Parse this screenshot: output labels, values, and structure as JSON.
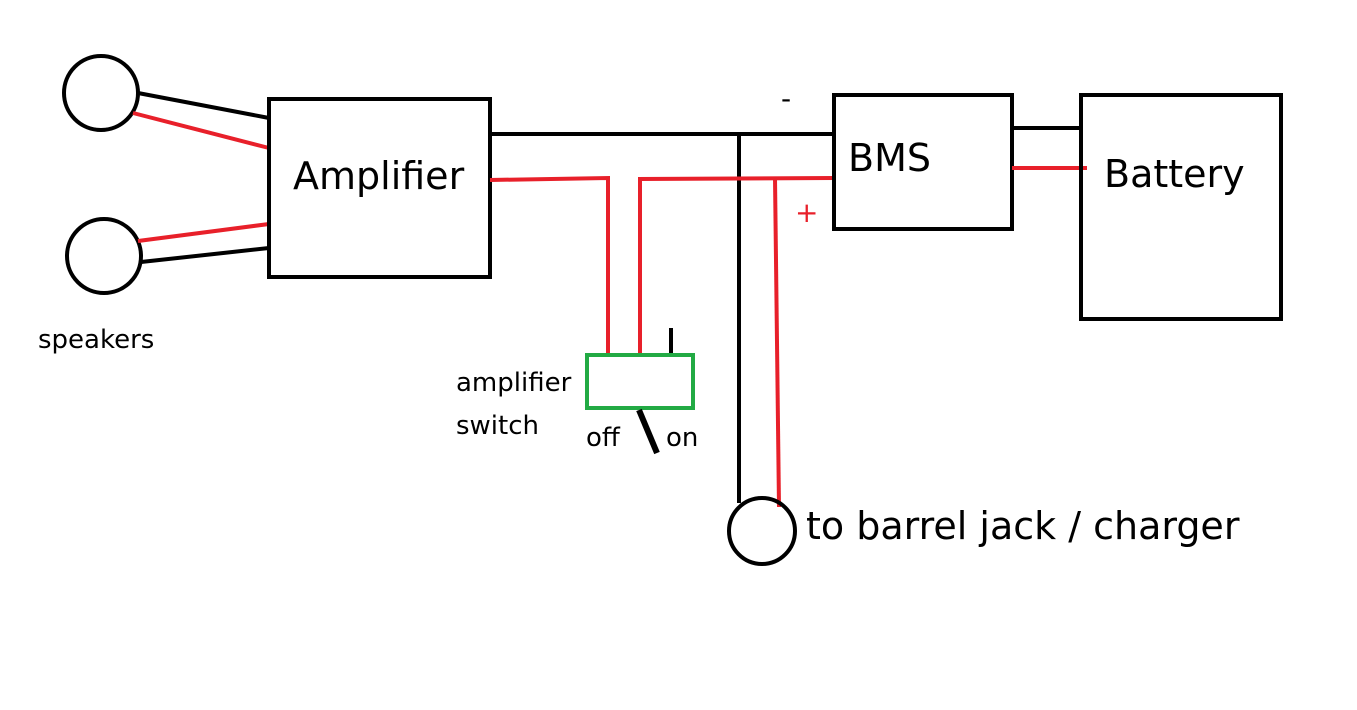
{
  "components": {
    "amplifier": "Amplifier",
    "bms": "BMS",
    "battery": "Battery"
  },
  "labels": {
    "speakers": "speakers",
    "switch_line1": "amplifier",
    "switch_line2": "switch",
    "switch_off": "off",
    "switch_on": "on",
    "jack": "to barrel jack / charger",
    "negative": "-",
    "positive": "+"
  },
  "colors": {
    "wire_negative": "#000000",
    "wire_positive": "#e8202a",
    "switch_outline": "#22aa44",
    "box_outline": "#000000"
  }
}
